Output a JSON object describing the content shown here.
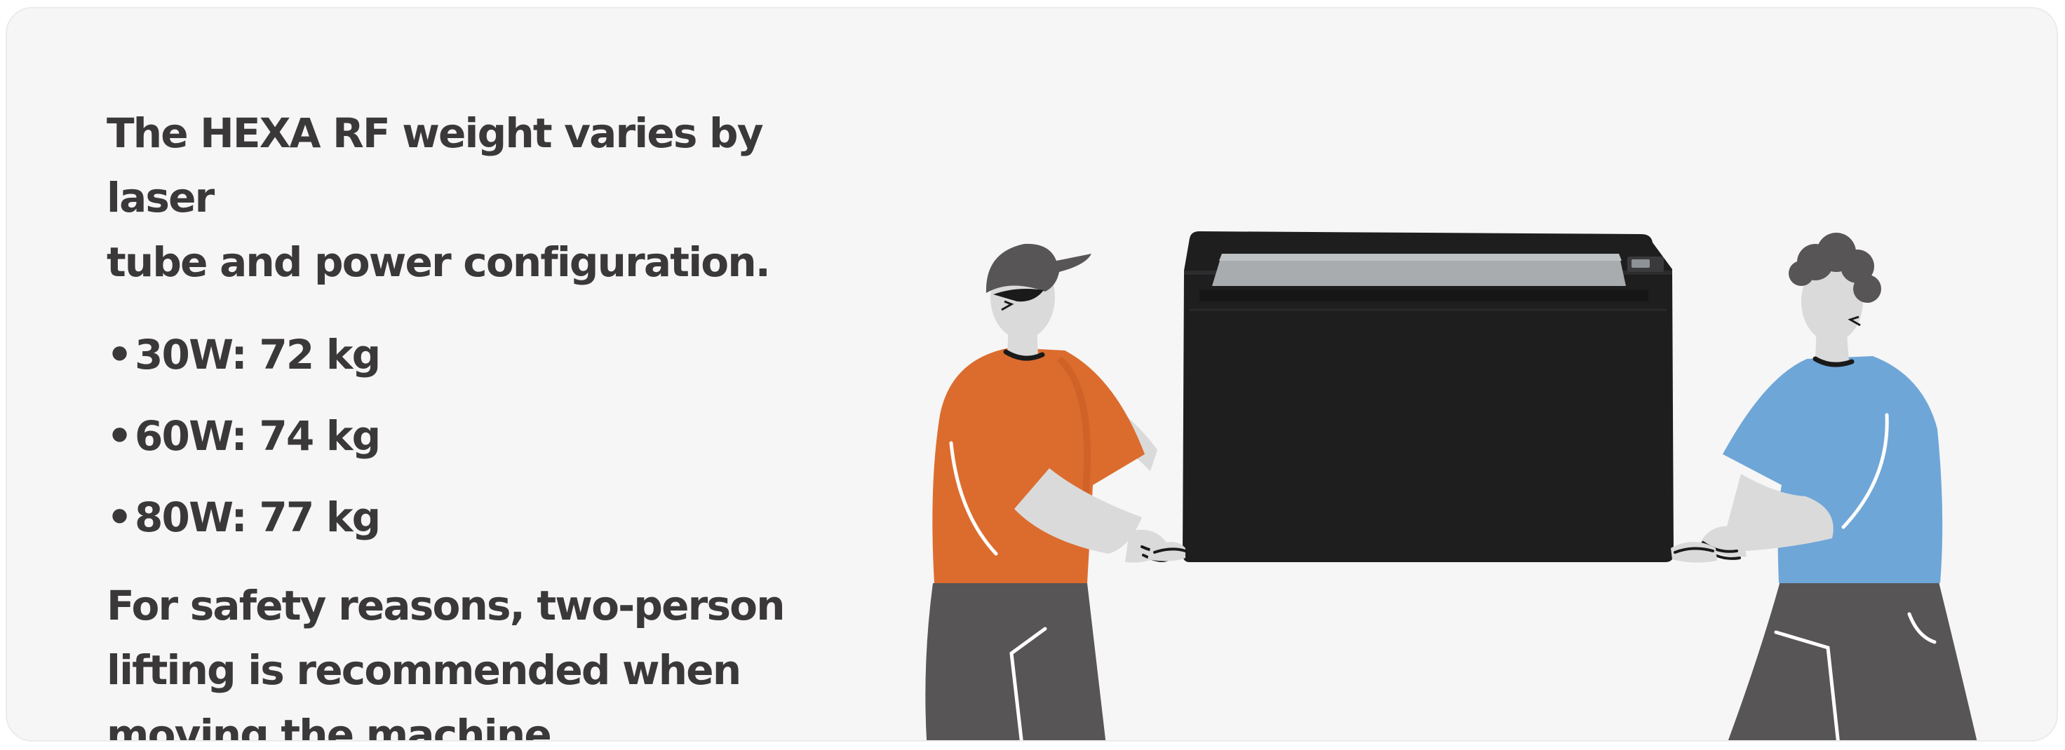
{
  "intro": {
    "line1": "The HEXA RF weight varies by laser",
    "line2": "tube and power configuration."
  },
  "weights": [
    {
      "power": "30W",
      "mass": "72 kg"
    },
    {
      "power": "60W",
      "mass": "74 kg"
    },
    {
      "power": "80W",
      "mass": "77 kg"
    }
  ],
  "safety": {
    "line1": "For safety reasons, two-person",
    "line2": "lifting is recommended when",
    "line3": "moving the machine."
  },
  "illustration": {
    "left_shirt_color": "#dc6c2e",
    "right_shirt_color": "#6fa6d8",
    "pants_color": "#575556",
    "skin_color": "#dadada",
    "machine_color": "#1e1e1f"
  }
}
